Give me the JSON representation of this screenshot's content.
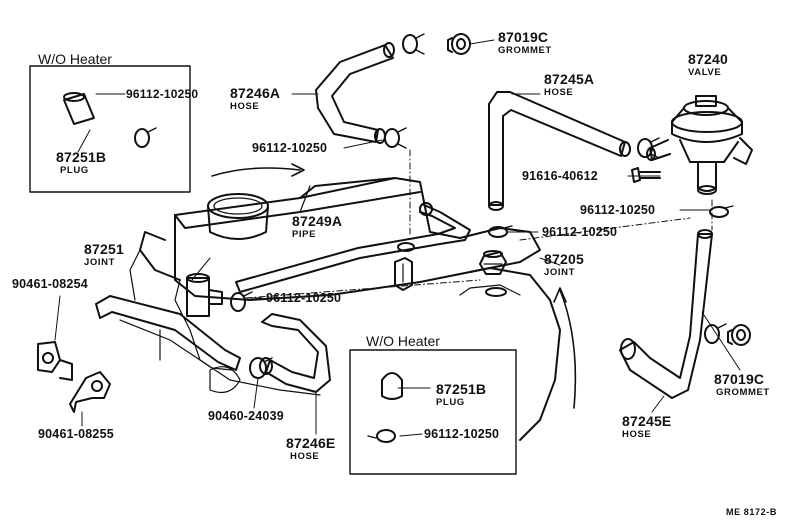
{
  "inset_top_left": {
    "title": "W/O  Heater",
    "plug_number": "87251B",
    "plug_name": "PLUG",
    "clamp_number": "96112-10250"
  },
  "inset_bottom_middle": {
    "title": "W/O  Heater",
    "plug_number": "87251B",
    "plug_name": "PLUG",
    "clamp_number": "96112-10250"
  },
  "parts": {
    "grommet_top": {
      "number": "87019C",
      "name": "GROMMET"
    },
    "valve": {
      "number": "87240",
      "name": "VALVE"
    },
    "hose_top_left": {
      "number": "87246A",
      "name": "HOSE"
    },
    "hose_top_right": {
      "number": "87245A",
      "name": "HOSE"
    },
    "clamp_upper": {
      "number": "96112-10250"
    },
    "bolt": {
      "number": "91616-40612"
    },
    "clamp_valve": {
      "number": "96112-10250"
    },
    "pipe": {
      "number": "87249A",
      "name": "PIPE"
    },
    "clamp_middle": {
      "number": "96112-10250"
    },
    "joint_left": {
      "number": "87251",
      "name": "JOINT"
    },
    "joint_right": {
      "number": "87205",
      "name": "JOINT"
    },
    "clamp_lower": {
      "number": "96112-10250"
    },
    "bracket_upper": {
      "number": "90461-08254"
    },
    "bracket_lower": {
      "number": "90461-08255"
    },
    "clamp_hose_lower": {
      "number": "90460-24039"
    },
    "hose_lower_left": {
      "number": "87246E",
      "name": "HOSE"
    },
    "grommet_bottom": {
      "number": "87019C",
      "name": "GROMMET"
    },
    "hose_lower_right": {
      "number": "87245E",
      "name": "HOSE"
    }
  },
  "drawing_code": "ME 8172-B"
}
